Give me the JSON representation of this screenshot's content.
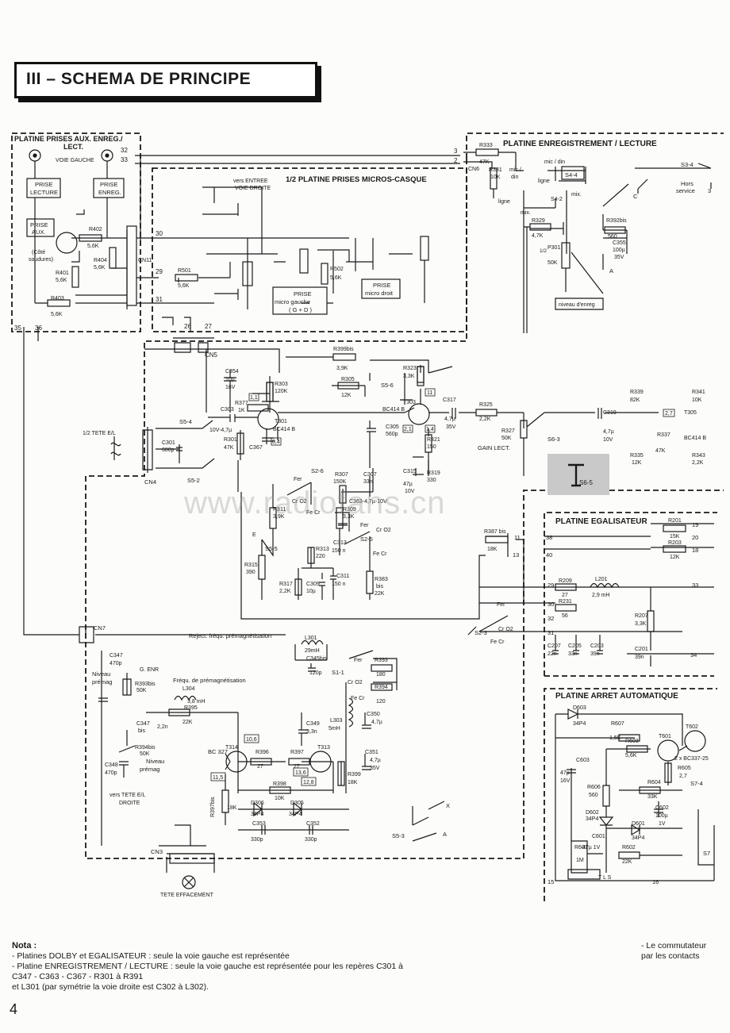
{
  "title": "III  –  SCHEMA DE PRINCIPE",
  "watermark": "www.radiofans.cn",
  "page_number": "4",
  "notes": {
    "heading": "Nota :",
    "line1": "- Platines DOLBY et EGALISATEUR : seule la voie gauche est représentée",
    "line2": "- Platine ENREGISTREMENT / LECTURE : seule la voie gauche est représentée pour les repères C301 à C347 - C363 - C367 - R301 à R391",
    "line3": "  et L301 (par symétrie la voie droite est C302 à L302).",
    "right1": "- Le commutateur",
    "right2": "par les contacts"
  },
  "blocks": {
    "aux": "PLATINE PRISES AUX. ENREG./",
    "aux2": "LECT.",
    "micros": "1/2 PLATINE PRISES MICROS-CASQUE",
    "enreg": "PLATINE ENREGISTREMENT / LECTURE",
    "egal": "PLATINE EGALISATEUR",
    "arret": "PLATINE ARRET AUTOMATIQUE"
  },
  "labels": {
    "voie_gauche": "VOIE GAUCHE",
    "prise_lecture1": "PRISE",
    "prise_lecture2": "LECTURE",
    "prise_enreg1": "PRISE",
    "prise_enreg2": "ENREG.",
    "prise_aux1": "PRISE",
    "prise_aux2": "AUX.",
    "cote1": "(Côté",
    "cote2": "soudures)",
    "vers_entree1": "vers ENTREE",
    "vers_entree2": "VOIE DROITE",
    "prise_mg1": "PRISE",
    "prise_mg2": "micro gauche",
    "prise_mg3": "( G + D )",
    "prise_md1": "PRISE",
    "prise_md2": "micro droit",
    "micdin": "mic / din",
    "micdin2": "mic /",
    "din": "din",
    "ligne": "ligne",
    "mix": "mix.",
    "niveau_enreg": "niveau d'enreg",
    "hors_service1": "Hors",
    "hors_service2": "service",
    "tete": "1/2 TETE E/L",
    "gain_lect": "GAIN LECT.",
    "reject": "Reject. fréqu. prémagnétisation",
    "frequ": "Fréqu. de prémagnétisation",
    "niveau_premag1": "Niveau",
    "niveau_premag2": "prémag",
    "niveau_premag3": "Niveau",
    "niveau_premag4": "prémag",
    "vers_tete1": "vers TETE E/L",
    "vers_tete2": "DROITE",
    "tete_eff": "TETE EFFACEMENT",
    "g_enr": "G. ENR",
    "tls": "T L S",
    "fer": "Fer",
    "cro2": "Cr O2",
    "fecr": "Fe Cr"
  },
  "components": {
    "r402": "R402",
    "r402v": "5,6K",
    "r404": "R404",
    "r404v": "5,6K",
    "r401": "R401",
    "r401v": "5,6K",
    "r403": "R403",
    "r403v": "5,6K",
    "r501": "R501",
    "r501v": "5,6K",
    "r502": "R502",
    "r502v": "5,6K",
    "cn11": "CN11",
    "cn5": "CN5",
    "cn4": "CN4",
    "cn6": "CN6",
    "cn7": "CN7",
    "cn3": "CN3",
    "r333": "R333",
    "r333v": "47K",
    "r331": "R331",
    "r331v": "10K",
    "r329": "R329",
    "r329v": "4,7K",
    "p301": "P301",
    "p301v": "50K",
    "p301h": "1/2",
    "r392": "R392bis",
    "r392v": "560",
    "c355": "C355",
    "c355v1": "100µ",
    "c355v2": "35V",
    "s4_4": "S4-4",
    "s4_2": "S4-2",
    "s3_4": "S3-4",
    "r399": "R399bis",
    "r399v": "3,9K",
    "c354": "C354",
    "c354v1": "10µ",
    "c354v2": "16V",
    "r303": "R303",
    "r303v": "120K",
    "r377": "R377",
    "r377v": "1K",
    "c303": "C303",
    "c303v": "10V-4,7µ",
    "t301": "T301",
    "bc414": "BC414 B",
    "r301": "R301",
    "r301v": "47K",
    "c367": "C367",
    "c301": "C301",
    "c301v": "680p",
    "s5_4": "S5-4",
    "s5_2": "S5-2",
    "s5_6": "S5-6",
    "s5_5": "S5-5",
    "s5_3": "S5-3",
    "r305": "R305",
    "r305v": "12K",
    "r323": "R323",
    "r323v": "3,3K",
    "t303": "T303",
    "bc414b2": "BC414 B",
    "c305": "C305",
    "c305v": "560p",
    "r321": "R321",
    "r321v": "150",
    "c317": "C317",
    "c317v1": "4,7µ",
    "c317v2": "35V",
    "r325": "R325",
    "r325v": "2,2K",
    "r327": "R327",
    "r327v": "50K",
    "s6_3": "S6-3",
    "s6_5": "S6-5",
    "c319": "C319",
    "c319v1": "4,7µ",
    "c319v2": "10V",
    "r339": "R339",
    "r339v": "82K",
    "r341": "R341",
    "r341v": "10K",
    "t305": "T305",
    "bc414b3": "BC414 B",
    "r337": "R337",
    "r337v": "47K",
    "r335": "R335",
    "r335v": "12K",
    "r343": "R343",
    "r343v": "2,2K",
    "r307": "R307",
    "r307v": "150K",
    "c307": "C307",
    "c307v": "33n",
    "c315": "C315",
    "c315v1": "47µ",
    "c315v2": "10V",
    "r319": "R319",
    "r319v": "330",
    "s2_6": "S2-6",
    "s2_5": "S2-5",
    "s2_3": "S2-3",
    "r311": "R311",
    "r311v": "3,9K",
    "r309": "R309",
    "r309v": "3,3K",
    "c363": "C363-4,7µ-10V",
    "c313": "C313",
    "c313v": "150 n",
    "r313": "R313",
    "r313v": "220",
    "r315": "R315",
    "r315v": "390",
    "r317": "R317",
    "r317v": "2,2K",
    "c309": "C309",
    "c309v": "10µ",
    "c311": "C311",
    "c311v": "150 n",
    "r383": "R383",
    "r383b": "bis",
    "r383v": "22K",
    "r387": "R387 bis",
    "r387v": "18K",
    "r201": "R201",
    "r201v": "15K",
    "r203": "R203",
    "r203v": "12K",
    "r209": "R209",
    "r209v": "27",
    "l201": "L201",
    "l201v": "2,9 mH",
    "r231": "R231",
    "r231v": "56",
    "r207": "R207",
    "r207v": "3,3K",
    "c207": "C207",
    "c207v": "22n",
    "c205": "C205",
    "c205v": "33n",
    "c203": "C203",
    "c203v": "39n",
    "c201": "C201",
    "c201v": "39n",
    "l301": "L301",
    "l301v": "29mH",
    "c345": "C345bis",
    "c345v": "120p",
    "c347": "C347",
    "c347v": "470p",
    "r393bis": "R393bis",
    "r393bisv": "50K",
    "l304": "L304",
    "l304v": "3,8 mH",
    "r395": "R395",
    "r395v": "22K",
    "c347b": "C347",
    "c347bb": "bis",
    "c347bv": "2,2n",
    "r394bis": "R394bis",
    "r394bisv": "50K",
    "c348": "C348",
    "c348v": "470p",
    "c349": "C349",
    "c349v": "3,3n",
    "s1_1": "S1-1",
    "r393": "R393",
    "r393v": "180",
    "r394": "R394",
    "r394v": "120",
    "l303": "L303",
    "l303v": "5mH",
    "c350": "C350",
    "c350v": "4,7µ",
    "c351": "C351",
    "c351v1": "4,7µ",
    "c351v2": "35V",
    "r399b": "R399",
    "r399bv": "18K",
    "t314": "T314",
    "bc327": "BC 327",
    "t313": "T313",
    "r396": "R396",
    "r396v": "27",
    "r397": "R397",
    "r397v": "27",
    "r398": "R398",
    "r398v": "10K",
    "r397bis": "R397bis",
    "r397bisv": "18K",
    "d306": "D306",
    "d306v": "34P4",
    "d305": "D305",
    "d305v": "34P4",
    "c353": "C353",
    "c353v": "330p",
    "c352": "C352",
    "c352v": "330p",
    "d603": "D603",
    "d603v": "34P4",
    "r607": "R607",
    "r607v": "1,5K",
    "r603": "R603",
    "r603v": "5,6K",
    "t601": "T601",
    "t602": "T602",
    "bc337": "2 x BC337-25",
    "c603": "C603",
    "c603v1": "47µ",
    "c603v2": "16V",
    "r605": "R605",
    "r605v": "2,7",
    "r604": "R604",
    "r604v": "33K",
    "r606": "R606",
    "r606v": "560",
    "d602": "D602",
    "d602v": "34P4",
    "c602": "C602",
    "c602v1": "100µ",
    "c602v2": "1V",
    "d601": "D601",
    "d601v": "34P4",
    "c601": "C601",
    "c601v": "47µ 1V",
    "r601": "R601",
    "r601v": "1M",
    "r602": "R602",
    "r602v": "22K",
    "s7_4": "S7-4",
    "s7": "S7"
  },
  "node_numbers": {
    "n32": "32",
    "n33": "33",
    "n30": "30",
    "n29": "29",
    "n31": "31",
    "n35": "35",
    "n36": "36",
    "n26": "26",
    "n27": "27",
    "n3": "3",
    "n2": "2",
    "n38": "38",
    "n40": "40",
    "n11": "11",
    "n13": "13",
    "n19": "19",
    "n20": "20",
    "n18": "18",
    "n29b": "29",
    "n33b": "33",
    "n30b": "30",
    "n32b": "32",
    "n31b": "31",
    "n34": "34",
    "n15": "15",
    "n16": "16",
    "v11": "1,1",
    "v04": "0,4",
    "v11b": "11",
    "v14": "1,4",
    "v21": "2,1",
    "v27": "2,7",
    "v106": "10,6",
    "v115": "11,5",
    "v136": "13,6",
    "v128": "12,8"
  }
}
